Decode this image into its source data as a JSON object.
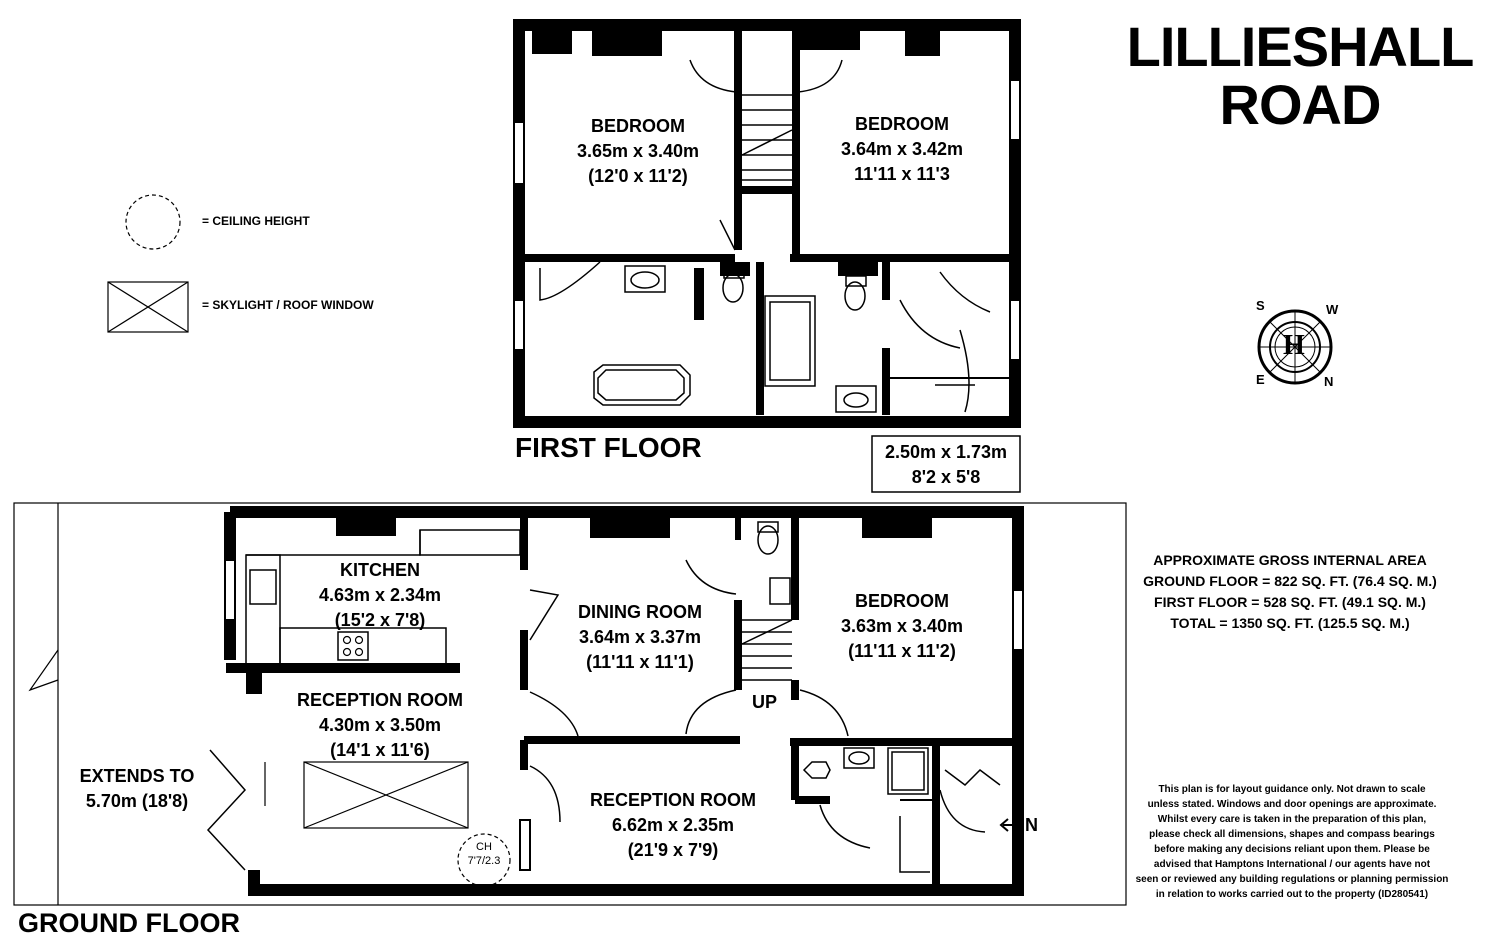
{
  "title_lines": [
    "LILLIESHALL",
    "ROAD"
  ],
  "legend": {
    "ceiling_height": "=  CEILING HEIGHT",
    "skylight": "= SKYLIGHT / ROOF  WINDOW"
  },
  "floors": {
    "first": "FIRST FLOOR",
    "ground": "GROUND FLOOR"
  },
  "rooms": {
    "ff_bedroom_left": [
      "BEDROOM",
      "3.65m x 3.40m",
      "(12'0 x 11'2)"
    ],
    "ff_bedroom_right": [
      "BEDROOM",
      "3.64m x 3.42m",
      "11'11 x 11'3"
    ],
    "ff_small_room": [
      "2.50m x 1.73m",
      "8'2 x 5'8"
    ],
    "kitchen": [
      "KITCHEN",
      "4.63m x 2.34m",
      "(15'2 x 7'8)"
    ],
    "dining": [
      "DINING ROOM",
      "3.64m x 3.37m",
      "(11'11 x 11'1)"
    ],
    "gf_bedroom": [
      "BEDROOM",
      "3.63m x 3.40m",
      "(11'11 x 11'2)"
    ],
    "reception_left": [
      "RECEPTION ROOM",
      "4.30m x 3.50m",
      "(14'1 x 11'6)"
    ],
    "reception_right": [
      "RECEPTION ROOM",
      "6.62m x 2.35m",
      "(21'9 x 7'9)"
    ],
    "extends": [
      "EXTENDS TO",
      "5.70m (18'8)"
    ]
  },
  "labels": {
    "up": "UP",
    "in": "IN",
    "ch": [
      "CH",
      "7'7/2.3"
    ]
  },
  "compass": {
    "n": "N",
    "s": "S",
    "e": "E",
    "w": "W",
    "logo_letter": "H"
  },
  "area": [
    "APPROXIMATE GROSS INTERNAL AREA",
    "GROUND FLOOR = 822 SQ. FT. (76.4 SQ. M.)",
    "FIRST FLOOR  = 528 SQ. FT. (49.1 SQ. M.)",
    "TOTAL =  1350 SQ. FT. (125.5 SQ. M.)"
  ],
  "disclaimer": [
    "This plan is for layout guidance only. Not drawn to scale",
    "unless stated. Windows and door openings are approximate.",
    "Whilst every care is taken in the preparation of this plan,",
    "please check all dimensions, shapes and compass bearings",
    "before making any decisions reliant upon them. Please be",
    "advised that Hamptons International / our agents have not",
    "seen or reviewed any building regulations or planning permission",
    "in relation to works carried out to the property (ID280541)"
  ]
}
